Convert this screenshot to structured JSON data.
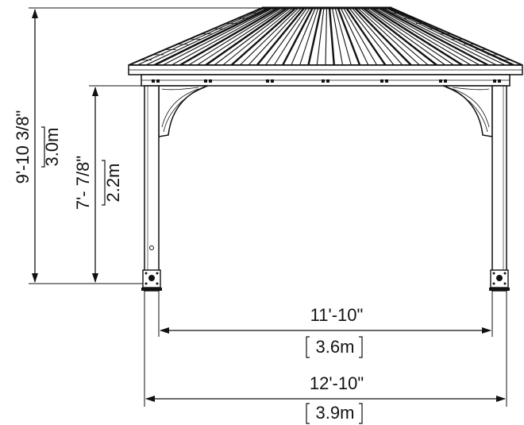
{
  "dimensions": {
    "overall_height": {
      "imperial": "9'-10 3/8\"",
      "metric": "3.0m"
    },
    "clear_height": {
      "imperial": "7'- 7/8\"",
      "metric": "2.2m"
    },
    "inner_width": {
      "imperial": "11'-10\"",
      "metric": "3.6m"
    },
    "outer_width": {
      "imperial": "12'-10\"",
      "metric": "3.9m"
    }
  },
  "colors": {
    "line": "#111111",
    "background": "#ffffff"
  }
}
